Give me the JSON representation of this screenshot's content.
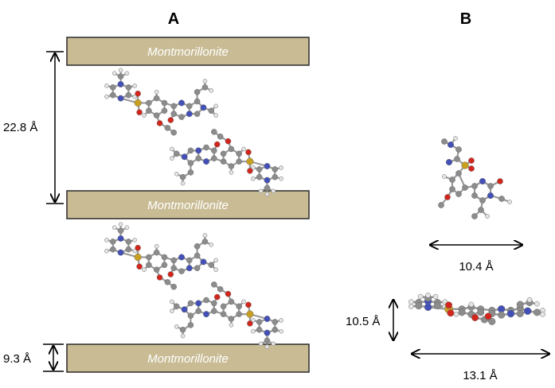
{
  "panels": {
    "a_label": "A",
    "b_label": "B"
  },
  "clay_layer_label": "Montmorillonite",
  "measurements": {
    "interlayer_spacing": "22.8 Å",
    "layer_thickness": "9.3 Å",
    "molecule_width_folded": "10.4 Å",
    "molecule_height_extended": "10.5 Å",
    "molecule_length_extended": "13.1 Å"
  },
  "colors": {
    "clay_fill": "#c9bc95",
    "carbon": "#8c8c8c",
    "hydrogen": "#e4e4e4",
    "nitrogen": "#4350b8",
    "oxygen": "#d2261c",
    "sulfur": "#c8a020"
  }
}
